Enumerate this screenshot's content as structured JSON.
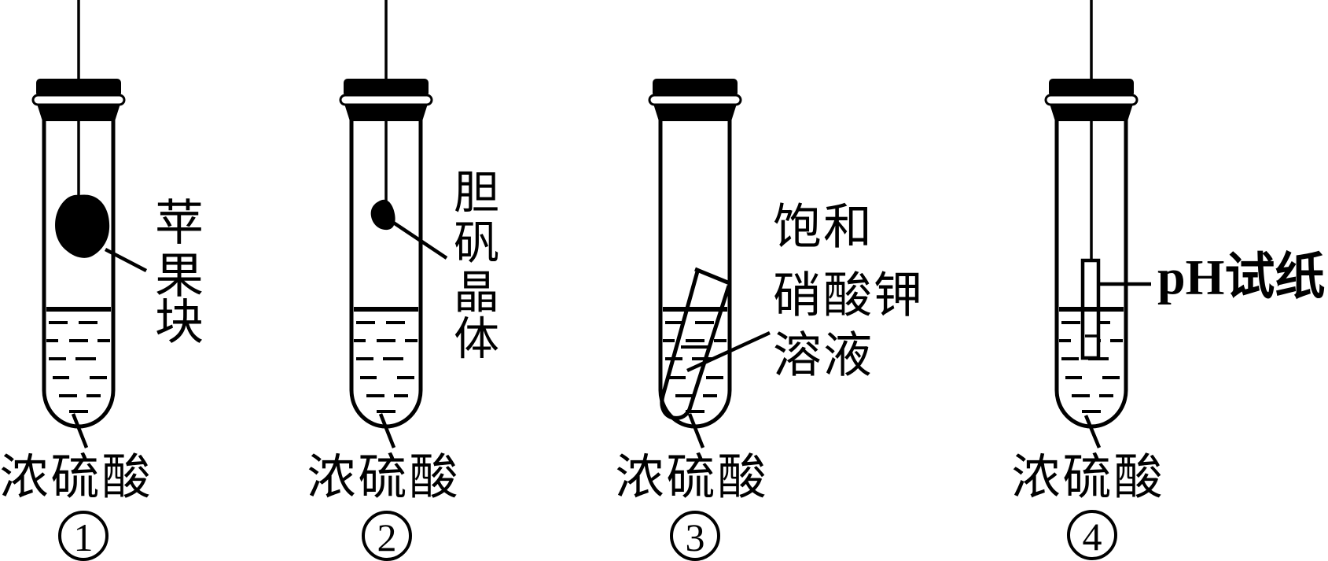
{
  "colors": {
    "ink": "#000000",
    "background": "#ffffff"
  },
  "tubes": [
    {
      "digit": "1",
      "circled_number": "①",
      "acid_label": "浓硫酸",
      "content_label": "苹果块",
      "content_chars": [
        "苹",
        "果",
        "块"
      ]
    },
    {
      "digit": "2",
      "circled_number": "②",
      "acid_label": "浓硫酸",
      "content_label": "胆矾晶体",
      "content_chars": [
        "胆",
        "矾",
        "晶",
        "体"
      ]
    },
    {
      "digit": "3",
      "circled_number": "③",
      "acid_label": "浓硫酸",
      "content_label": "饱和硝酸钾溶液",
      "content_lines": [
        "饱和",
        "硝酸钾",
        "溶液"
      ]
    },
    {
      "digit": "4",
      "circled_number": "④",
      "acid_label": "浓硫酸",
      "content_label": "pH试纸"
    }
  ]
}
